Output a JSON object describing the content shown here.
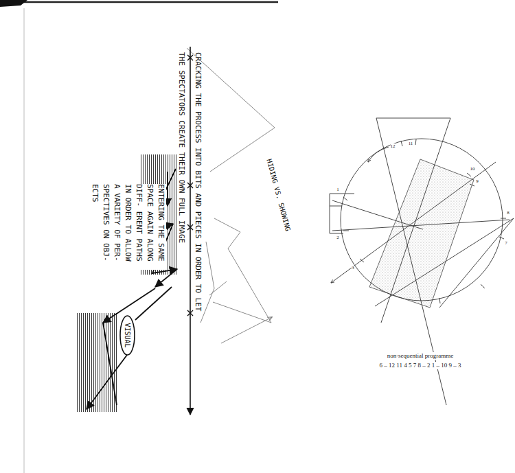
{
  "diagram": {
    "caption": "non-sequential programme",
    "nodes": [
      {
        "text": [
          "VISUAL"
        ]
      }
    ],
    "labels": [
      "CRACKING THE PROCESS INTO BITS AND PIECES IN ORDER TO LET THE SPECTATORS CREATE THEIR OWN FULL IMAGE",
      "HIDING VS. SHOWING",
      "ENTERING THE SAME SPACE AGAIN ALONG DIFF- ERENT PATHS IN ORDER TO ALLOW A VARIETY OF PER- SPECTIVES ON OBJ- ECTS",
      "12",
      "11",
      "10",
      "9",
      "8",
      "7",
      "2",
      "1",
      "3",
      "6 – 12 11 4 5 7 8 – 2 1 – 10 9 – 3"
    ]
  }
}
